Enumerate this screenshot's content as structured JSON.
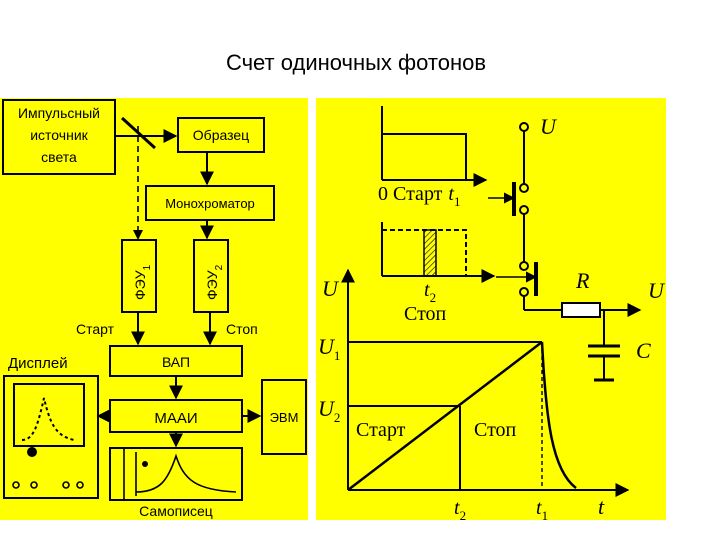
{
  "slide": {
    "title": "Счет одиночных фотонов"
  },
  "block_diagram": {
    "source": [
      "Импульсный",
      "источник",
      "света"
    ],
    "sample": "Образец",
    "monochromator": "Монохроматор",
    "pmt1": "ФЭУ",
    "pmt1_sub": "1",
    "pmt2": "ФЭУ",
    "pmt2_sub": "2",
    "start": "Старт",
    "stop": "Стоп",
    "display": "Дисплей",
    "tac": "ВАП",
    "mca": "МААИ",
    "computer": "ЭВМ",
    "recorder": "Самописец"
  },
  "timing_diagram": {
    "u_switch": "U",
    "start_label": "0 Старт",
    "t1": "t",
    "t1_sub": "1",
    "t2": "t",
    "t2_sub": "2",
    "stop_label": "Стоп",
    "r": "R",
    "c": "C",
    "u_out": "U",
    "u_axis": "U",
    "u1": "U",
    "u1_sub": "1",
    "u2": "U",
    "u2_sub": "2",
    "graph_start": "Старт",
    "graph_stop": "Стоп",
    "x_t2": "t",
    "x_t2_sub": "2",
    "x_t1": "t",
    "x_t1_sub": "1",
    "x_axis": "t"
  }
}
